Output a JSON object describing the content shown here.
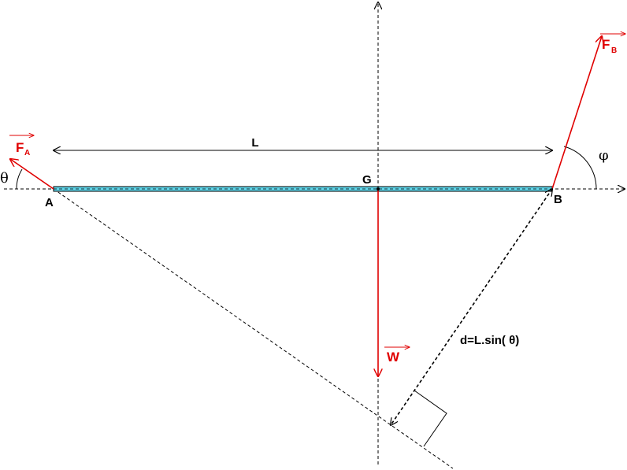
{
  "labels": {
    "point_a": "A",
    "point_b": "B",
    "point_g": "G",
    "length": "L",
    "theta": "θ",
    "phi": "φ",
    "force_a": "F",
    "force_a_sub": "A",
    "force_b": "F",
    "force_b_sub": "B",
    "weight": "W",
    "distance": "d=L.sin( θ)"
  },
  "colors": {
    "force": "#e00000",
    "beam_fill": "#5fd4e8",
    "line": "#000000"
  }
}
